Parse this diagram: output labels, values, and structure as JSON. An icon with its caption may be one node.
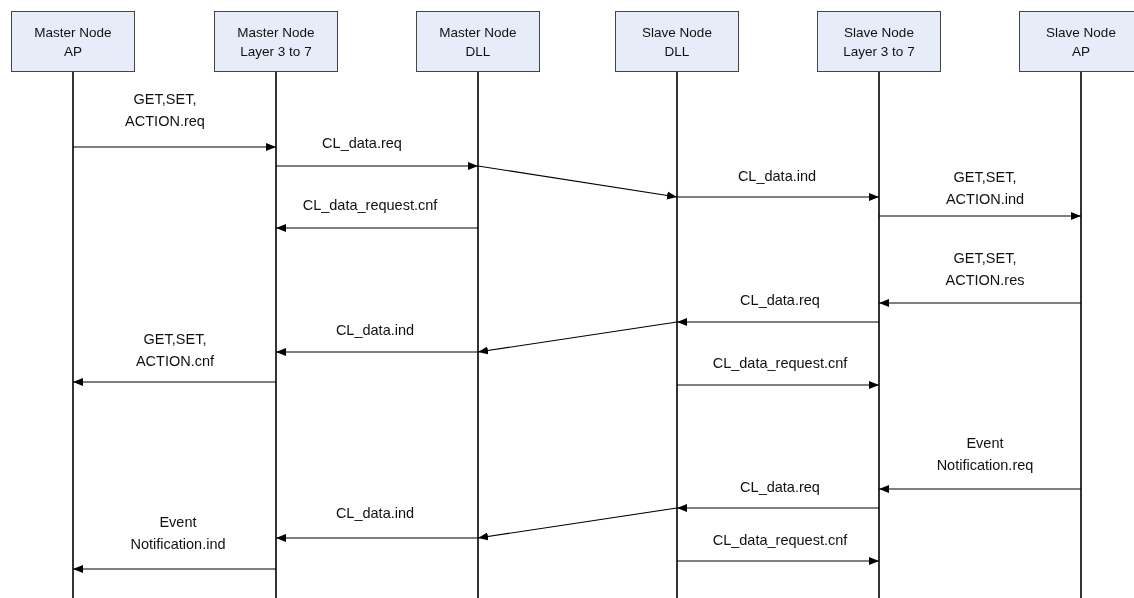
{
  "diagram": {
    "nodes": [
      {
        "text": [
          "Master Node AP"
        ]
      },
      {
        "text": [
          "Master Node Layer 3 to 7"
        ]
      },
      {
        "text": [
          "Master Node DLL"
        ]
      },
      {
        "text": [
          "Slave Node DLL"
        ]
      },
      {
        "text": [
          "Slave Node Layer 3 to 7"
        ]
      },
      {
        "text": [
          "Slave Node AP"
        ]
      }
    ],
    "edges": [
      {
        "from": 0,
        "to": 1,
        "arrow": "to",
        "label": "GET,SET, ACTION.req"
      },
      {
        "from": 1,
        "to": 2,
        "arrow": "to",
        "label": "CL_data.req"
      },
      {
        "from": 2,
        "to": 3,
        "arrow": "to"
      },
      {
        "from": 3,
        "to": 4,
        "arrow": "to",
        "label": "CL_data.ind"
      },
      {
        "from": 4,
        "to": 5,
        "arrow": "to",
        "label": "GET,SET, ACTION.ind"
      },
      {
        "from": 2,
        "to": 1,
        "arrow": "to",
        "label": "CL_data_request.cnf"
      },
      {
        "from": 5,
        "to": 4,
        "arrow": "to",
        "label": "GET,SET, ACTION.res"
      },
      {
        "from": 4,
        "to": 3,
        "arrow": "to",
        "label": "CL_data.req"
      },
      {
        "from": 3,
        "to": 2,
        "arrow": "to"
      },
      {
        "from": 2,
        "to": 1,
        "arrow": "to",
        "label": "CL_data.ind"
      },
      {
        "from": 1,
        "to": 0,
        "arrow": "to",
        "label": "GET,SET, ACTION.cnf"
      },
      {
        "from": 3,
        "to": 4,
        "arrow": "to",
        "label": "CL_data_request.cnf"
      },
      {
        "from": 5,
        "to": 4,
        "arrow": "to",
        "label": "Event Notification.req"
      },
      {
        "from": 4,
        "to": 3,
        "arrow": "to",
        "label": "CL_data.req"
      },
      {
        "from": 3,
        "to": 2,
        "arrow": "to"
      },
      {
        "from": 2,
        "to": 1,
        "arrow": "to",
        "label": "CL_data.ind"
      },
      {
        "from": 1,
        "to": 0,
        "arrow": "to",
        "label": "Event Notification.ind"
      },
      {
        "from": 3,
        "to": 4,
        "arrow": "to",
        "label": "CL_data_request.cnf"
      }
    ]
  }
}
